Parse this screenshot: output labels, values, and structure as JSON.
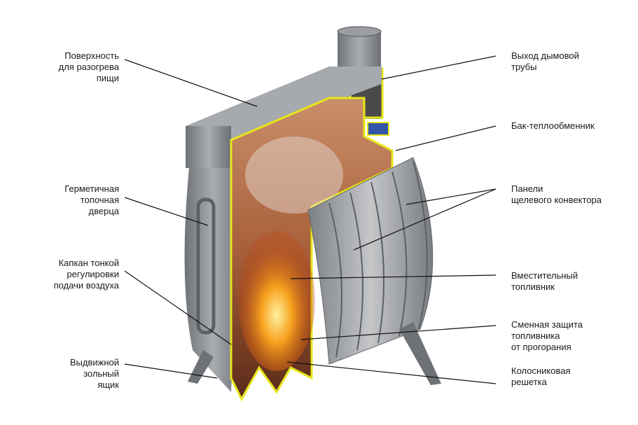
{
  "labels_left": [
    {
      "id": "cooking-surface",
      "text": "Поверхность\nдля разогрева\nпищи"
    },
    {
      "id": "sealed-door",
      "text": "Герметичная\nтопочная\nдверца"
    },
    {
      "id": "air-regulator",
      "text": "Капкан тонкой\nрегулировки\nподачи воздуха"
    },
    {
      "id": "ash-drawer",
      "text": "Выдвижной\nзольный\nящик"
    }
  ],
  "labels_right": [
    {
      "id": "flue-outlet",
      "text": "Выход дымовой\nтрубы"
    },
    {
      "id": "heat-exchanger-tank",
      "text": "Бак-теплообменник"
    },
    {
      "id": "convector-panels",
      "text": "Панели\nщелевого конвектора"
    },
    {
      "id": "firebox",
      "text": "Вместительный\nтопливник"
    },
    {
      "id": "firebox-protection",
      "text": "Сменная защита\nтопливника\nот прогорания"
    },
    {
      "id": "grate",
      "text": "Колосниковая\nрешетка"
    }
  ],
  "colors": {
    "steel": "#8e9196",
    "outline": "#e6e619",
    "fire": "#f08a1c",
    "interior": "#b8703a"
  }
}
